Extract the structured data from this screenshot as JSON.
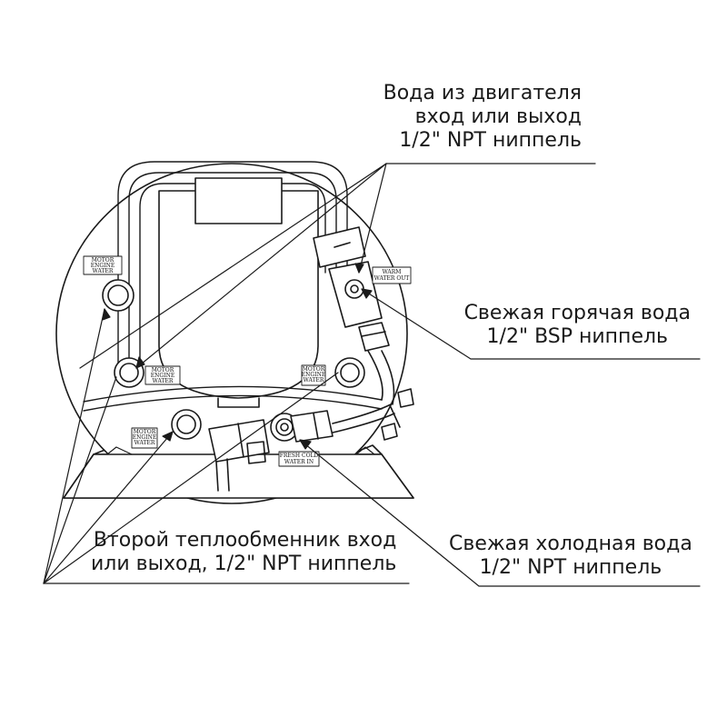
{
  "callouts": {
    "engine_water": {
      "line1": "Вода из двигателя",
      "line2": "вход или выход",
      "line3": "1/2\" NPT ниппель"
    },
    "hot_water": {
      "line1": "Свежая горячая вода",
      "line2": "1/2\" BSP ниппель"
    },
    "second_exchanger": {
      "line1": "Второй теплообменник вход",
      "line2": "или выход, 1/2\" NPT ниппель"
    },
    "cold_water": {
      "line1": "Свежая холодная вода",
      "line2": "1/2\" NPT ниппель"
    }
  },
  "plates": {
    "motor_engine_water_left": [
      "MOTOR",
      "ENGINE",
      "WATER"
    ],
    "motor_engine_water_center": [
      "MOTOR",
      "ENGINE",
      "WATER"
    ],
    "motor_engine_water_right": [
      "MOTOR",
      "ENGINE",
      "WATER"
    ],
    "motor_engine_water_bottom": [
      "MOTOR",
      "ENGINE",
      "WATER"
    ],
    "warm_water_out": [
      "WARM",
      "WATER OUT"
    ],
    "fresh_cold_water_in": [
      "FRESH COLD",
      "WATER IN"
    ]
  },
  "colors": {
    "line": "#1a1a1a",
    "background": "#ffffff"
  }
}
